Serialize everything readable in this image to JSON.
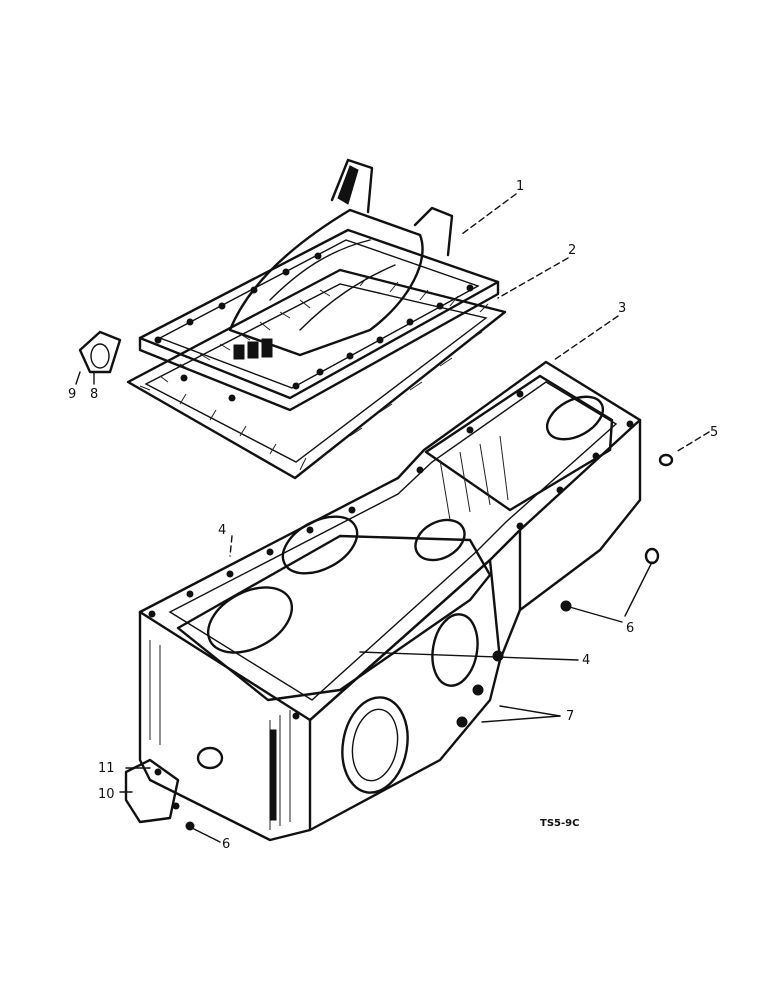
{
  "callouts": {
    "c1": "1",
    "c2": "2",
    "c3": "3",
    "c4a": "4",
    "c4b": "4",
    "c5": "5",
    "c6a": "6",
    "c6b": "6",
    "c7": "7",
    "c8": "8",
    "c9": "9",
    "c10": "10",
    "c11": "11"
  },
  "drawing_code": "TS5-9C"
}
